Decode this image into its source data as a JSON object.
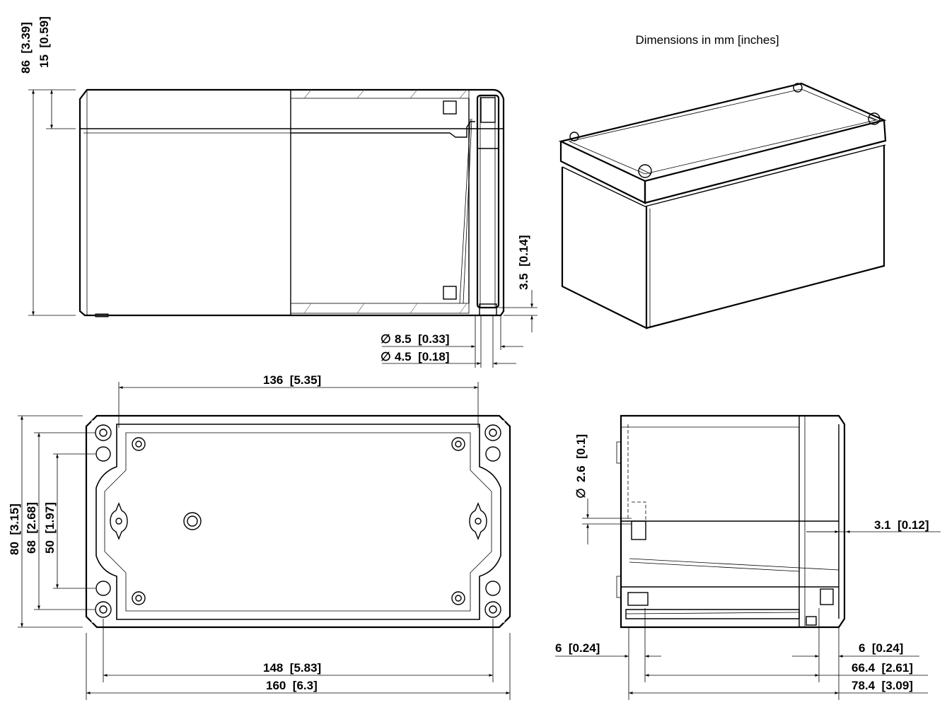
{
  "title": "Dimensions in mm [inches]",
  "dimensions": {
    "height_total": "86  [3.39]",
    "lid_height": "15  [0.59]",
    "gasket_gap": "3.5  [0.14]",
    "dia_outer": "8.5  [0.33]",
    "dia_inner": "4.5  [0.18]",
    "hole_spacing_long": "136  [5.35]",
    "width_total": "80  [3.15]",
    "width_inner": "68  [2.68]",
    "width_holes": "50  [1.97]",
    "length_inner": "148  [5.83]",
    "length_total": "160  [6.3]",
    "dia_small": "2.6  [0.1]",
    "lid_offset": "3.1  [0.12]",
    "side_left": "6  [0.24]",
    "side_right": "6  [0.24]",
    "depth_inner": "66.4  [2.61]",
    "depth_total": "78.4  [3.09]"
  },
  "diameter_symbol": "∅"
}
